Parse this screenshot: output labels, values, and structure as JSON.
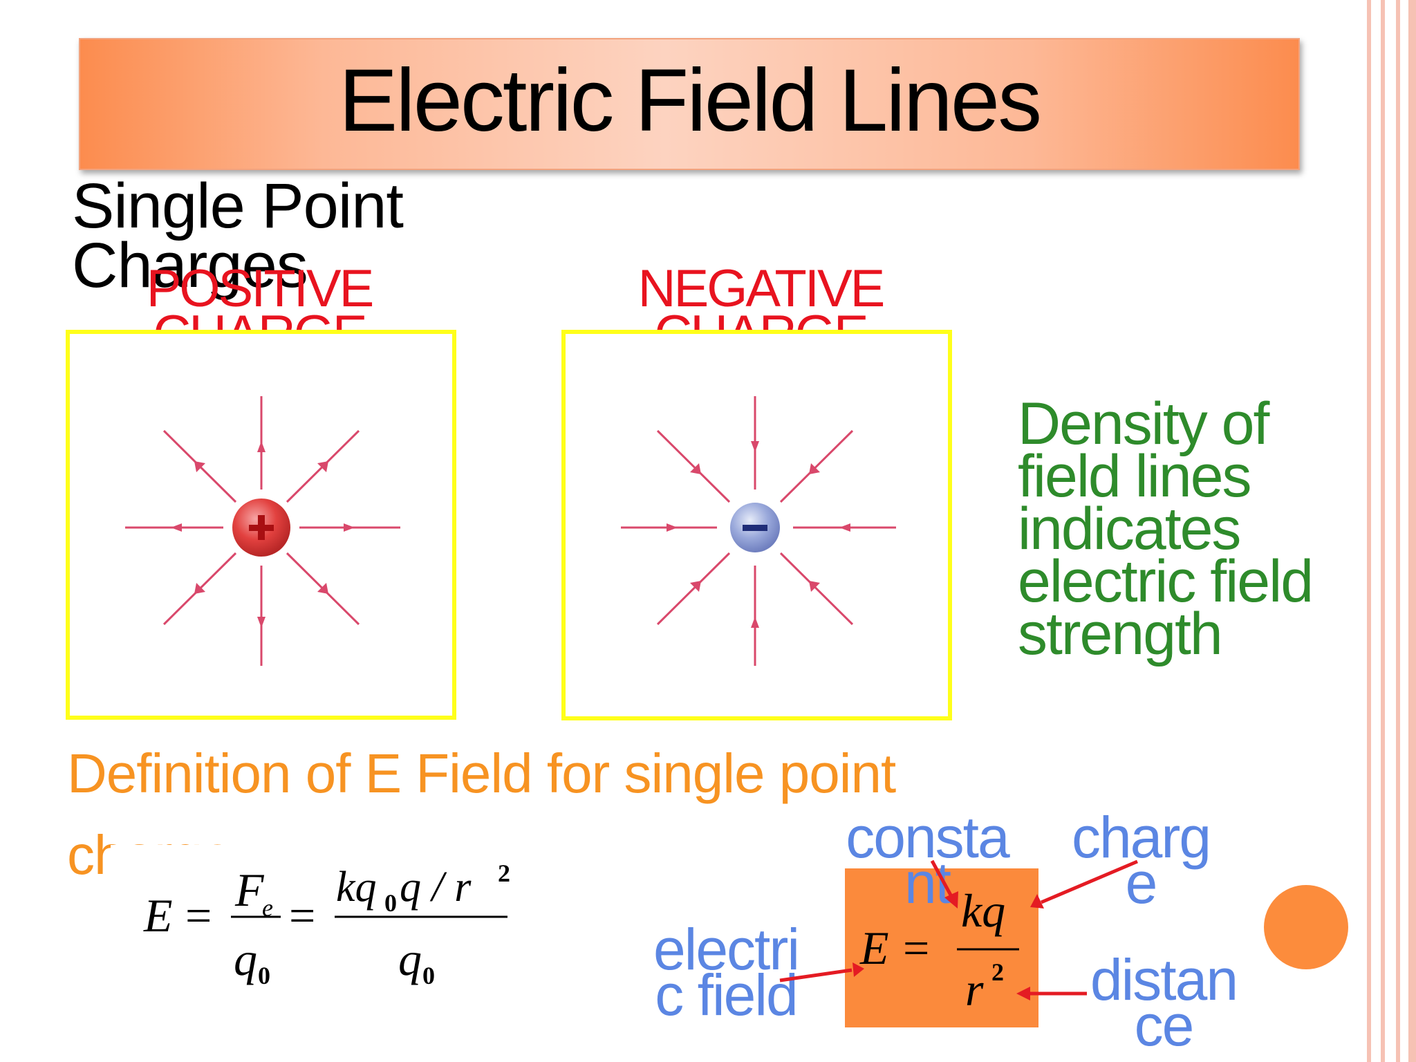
{
  "title": "Electric Field Lines",
  "subtitle": "Single Point Charges",
  "positive": {
    "label_line1": "POSITIVE",
    "label_line2": "CHARGE",
    "symbol": "+"
  },
  "negative": {
    "label_line1": "NEGATIVE",
    "label_line2": "CHARGE",
    "symbol": "−"
  },
  "density_note": "Density of field lines indicates electric field strength",
  "definition": "Definition of E Field for single point charge",
  "formula1": {
    "lhs": "E",
    "eq": "=",
    "frac1_num_main": "F",
    "frac1_num_sub": "e",
    "frac1_den_main": "q",
    "frac1_den_sub": "0",
    "frac2_num_k": "kq",
    "frac2_num_sub": "0",
    "frac2_num_rest": "q / r",
    "frac2_num_exp": "2",
    "frac2_den_main": "q",
    "frac2_den_sub": "0"
  },
  "formula2": {
    "lhs": "E",
    "eq": "=",
    "num": "kq",
    "den": "r",
    "den_exp": "2"
  },
  "labels": {
    "constant_1": "consta",
    "constant_2": "nt",
    "charge_1": "charg",
    "charge_2": "e",
    "efield_1": "electri",
    "efield_2": "c field",
    "distance_1": "distan",
    "distance_2": "ce"
  },
  "colors": {
    "title_orange": "#fc8c4e",
    "charge_red": "#e8131f",
    "box_yellow": "#ffff1a",
    "note_green": "#2e8b2b",
    "definition_orange": "#f79322",
    "label_blue": "#5b86e3",
    "arrow_red": "#e41b23",
    "field_line": "#d9486b"
  }
}
